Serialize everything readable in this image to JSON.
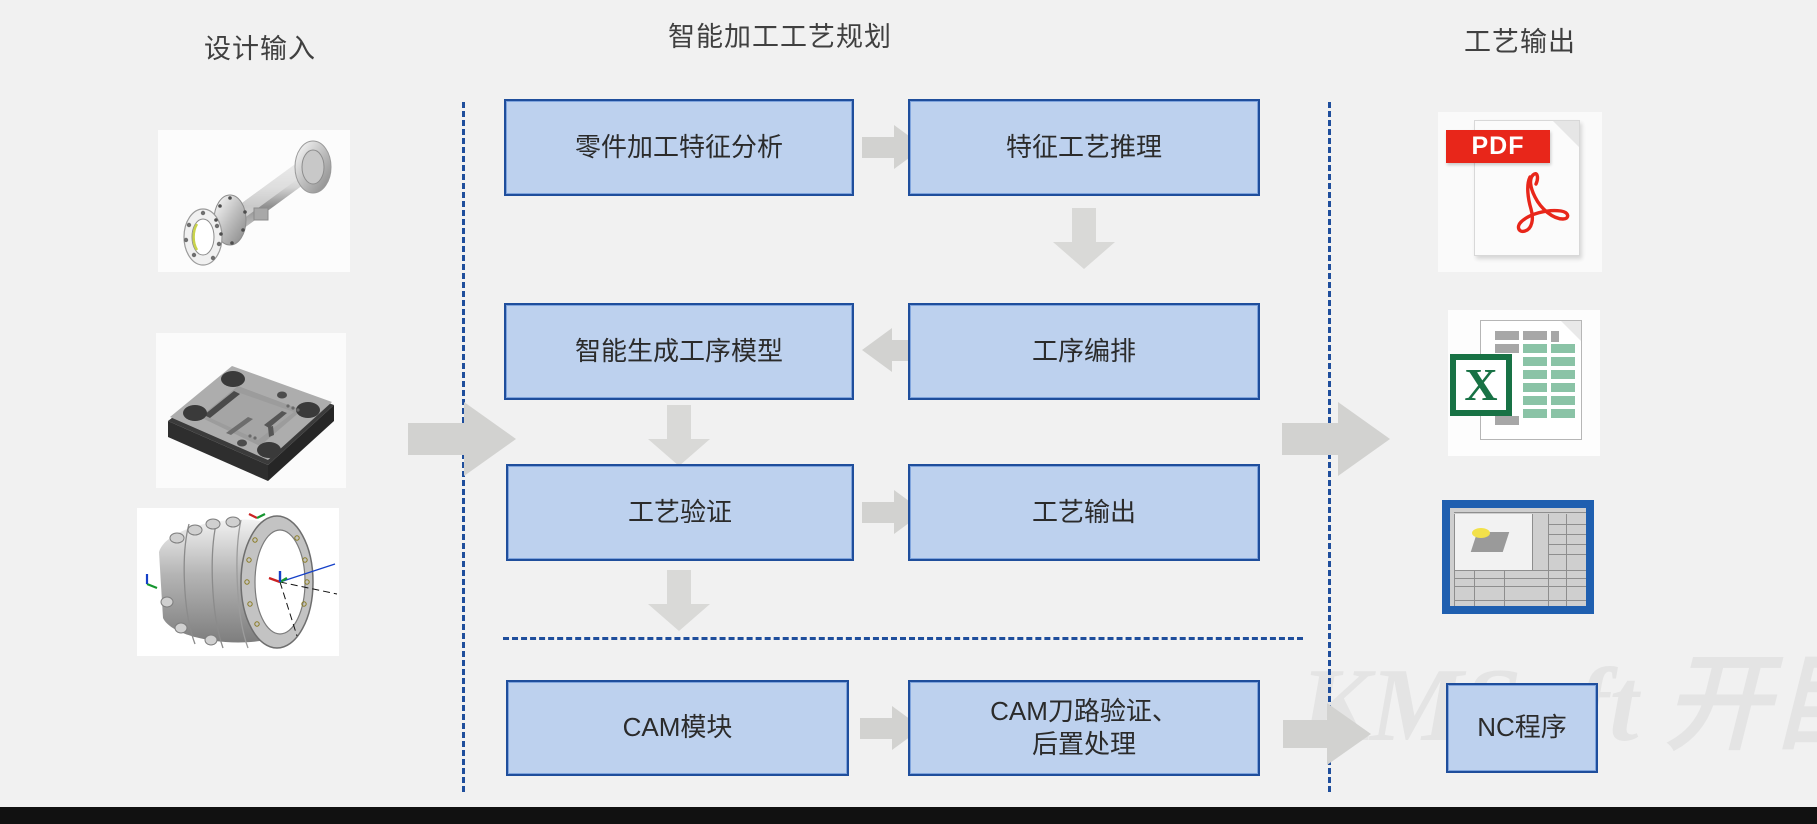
{
  "diagram": {
    "title_columns": [
      {
        "id": "design-input",
        "label": "设计输入"
      },
      {
        "id": "process-planning",
        "label": "智能加工工艺规划"
      },
      {
        "id": "process-output",
        "label": "工艺输出"
      }
    ],
    "watermark": "KMSoft 开目",
    "colors": {
      "background": "#f1f1f1",
      "box_fill": "#bdd1ee",
      "box_border": "#1f4e9c",
      "arrow_gray": "#d2d2d0",
      "dash_blue": "#1f4e9c",
      "title_text": "#404040",
      "pdf_red": "#e8261a",
      "excel_green": "#187245"
    },
    "boxes": [
      {
        "id": "part-feature-analysis",
        "label": "零件加工特征分析"
      },
      {
        "id": "feature-process-reasoning",
        "label": "特征工艺推理"
      },
      {
        "id": "intelligent-operation-model",
        "label": "智能生成工序模型"
      },
      {
        "id": "operation-sequencing",
        "label": "工序编排"
      },
      {
        "id": "process-verification",
        "label": "工艺验证"
      },
      {
        "id": "process-output-box",
        "label": "工艺输出"
      },
      {
        "id": "cam-module",
        "label": "CAM模块"
      },
      {
        "id": "cam-toolpath-verification",
        "label": "CAM刀路验证、\n后置处理"
      },
      {
        "id": "nc-program",
        "label": "NC程序"
      }
    ],
    "input_thumbnails": [
      {
        "id": "cad-shaft-housing",
        "alt": "3D CAD 轴套壳体模型"
      },
      {
        "id": "cad-mold-plate",
        "alt": "3D CAD 模具板类零件模型"
      },
      {
        "id": "cad-engine-casing",
        "alt": "3D CAD 机匣回转体模型"
      }
    ],
    "output_items": [
      {
        "id": "pdf-document",
        "label": "PDF",
        "alt": "PDF 文档图标"
      },
      {
        "id": "excel-spreadsheet",
        "alt": "Excel 表格图标"
      },
      {
        "id": "process-drawing",
        "alt": "工艺卡片图纸缩略图"
      }
    ],
    "arrows": [
      {
        "id": "input-to-planning",
        "direction": "right"
      },
      {
        "id": "analysis-to-reasoning",
        "direction": "right"
      },
      {
        "id": "reasoning-to-sequencing",
        "direction": "down"
      },
      {
        "id": "sequencing-to-model",
        "direction": "left"
      },
      {
        "id": "model-to-verification",
        "direction": "down"
      },
      {
        "id": "verification-to-output",
        "direction": "right"
      },
      {
        "id": "output-to-cam",
        "direction": "down"
      },
      {
        "id": "cam-to-toolpath",
        "direction": "right"
      },
      {
        "id": "toolpath-to-nc",
        "direction": "right"
      },
      {
        "id": "planning-to-output",
        "direction": "right"
      }
    ]
  }
}
